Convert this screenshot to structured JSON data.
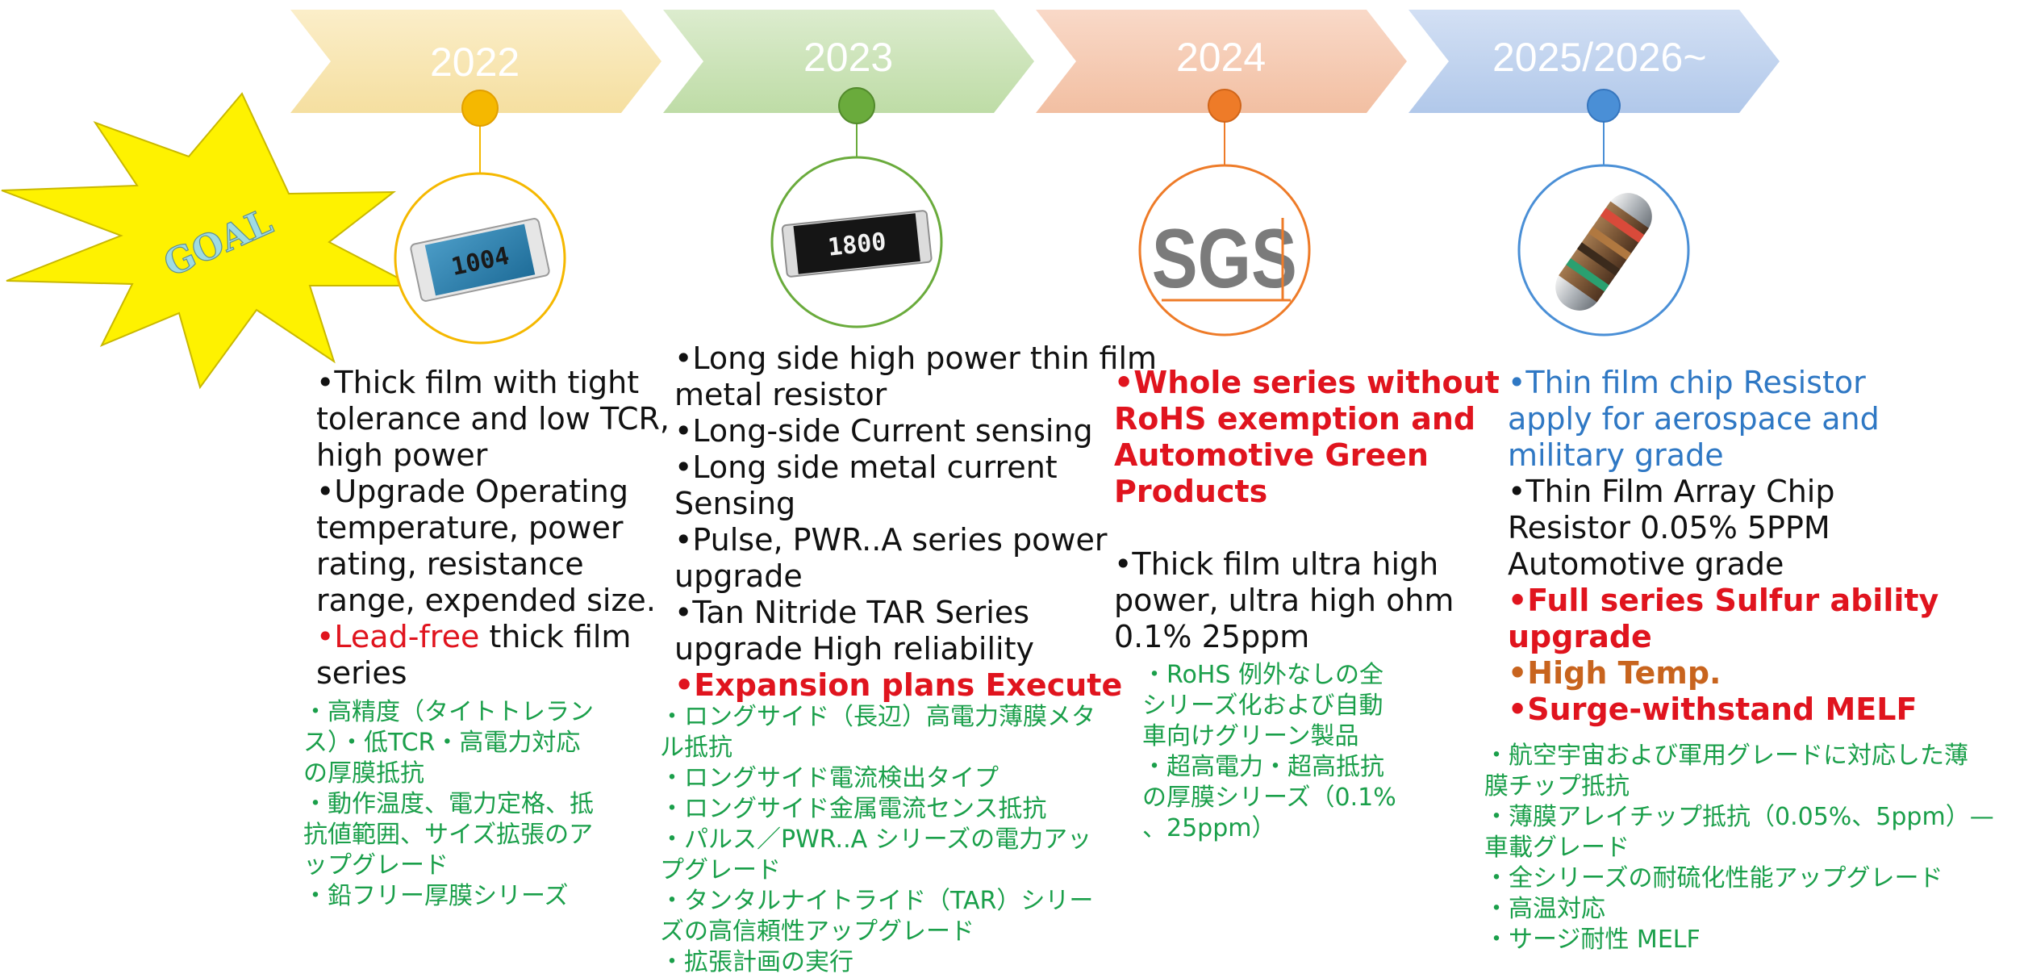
{
  "goal_label": "GOAL",
  "years": [
    "2022",
    "2023",
    "2024",
    "2025/2026~"
  ],
  "product_icons": [
    "1004-chip-resistor",
    "1800-chip-resistor",
    "sgs-logo",
    "melf-resistor"
  ],
  "chip_labels": {
    "c2022": "1004",
    "c2023": "1800",
    "c2024": "SGS"
  },
  "colors": {
    "c2022": "#f5b800",
    "c2023": "#6aab3c",
    "c2024": "#ee7b28",
    "c2025": "#4a8fd6",
    "red": "#e0141e",
    "jp_green": "#1a9f4a"
  },
  "col2022": {
    "l1": "•Thick film with tight",
    "l2": "tolerance and low TCR,",
    "l3": "high power",
    "l4": "•Upgrade Operating",
    "l5": "temperature, power",
    "l6": "rating, resistance",
    "l7": "range, expended size.",
    "l8_red": "•Lead-free",
    "l8_rest": " thick film",
    "l9": "series",
    "jp": [
      "・高精度（タイトトレラン",
      "ス）・低TCR・高電力対応",
      "の厚膜抵抗",
      "・動作温度、電力定格、抵",
      "抗値範囲、サイズ拡張のア",
      "ップグレード",
      "・鉛フリー厚膜シリーズ"
    ]
  },
  "col2023": {
    "l1": "•Long side high power thin film",
    "l2": "metal resistor",
    "l3": "•Long-side Current sensing",
    "l4": "•Long side metal  current",
    "l5": "Sensing",
    "l6": "•Pulse, PWR..A series power",
    "l7": "upgrade",
    "l8": "•Tan Nitride TAR Series",
    "l9": "upgrade High reliability",
    "l10": "•Expansion plans Execute",
    "jp": [
      "・ロングサイド（長辺）高電力薄膜メタ",
      "ル抵抗",
      "・ロングサイド電流検出タイプ",
      "・ロングサイド金属電流センス抵抗",
      "・パルス／PWR..A シリーズの電力アッ",
      "プグレード",
      "・タンタルナイトライド（TAR）シリー",
      "ズの高信頼性アップグレード",
      "・拡張計画の実行"
    ]
  },
  "col2024": {
    "l1": "•Whole series without",
    "l2": "RoHS exemption  and",
    "l3": "Automotive Green",
    "l4": "Products",
    "l5": "•Thick film ultra high",
    "l6": "power, ultra  high ohm",
    "l7": "0.1% 25ppm",
    "jp": [
      "・RoHS 例外なしの全",
      "シリーズ化および自動",
      "車向けグリーン製品",
      "・超高電力・超高抵抗",
      "の厚膜シリーズ（0.1%",
      "、25ppm）"
    ]
  },
  "col2025": {
    "l1": "•Thin film chip Resistor",
    "l2": "apply for aerospace and",
    "l3": "military grade",
    "l4": "•Thin Film Array Chip",
    "l5": "Resistor  0.05% 5PPM",
    "l6": "Automotive grade",
    "l7": "•Full series Sulfur ability",
    "l8": "upgrade",
    "l9": "•High Temp.",
    "l10": "•Surge-withstand MELF",
    "jp": [
      "・航空宇宙および軍用グレードに対応した薄",
      "膜チップ抵抗",
      "・薄膜アレイチップ抵抗（0.05%、5ppm）—",
      "車載グレード",
      "・全シリーズの耐硫化性能アップグレード",
      "・高温対応",
      "・サージ耐性 MELF"
    ]
  }
}
